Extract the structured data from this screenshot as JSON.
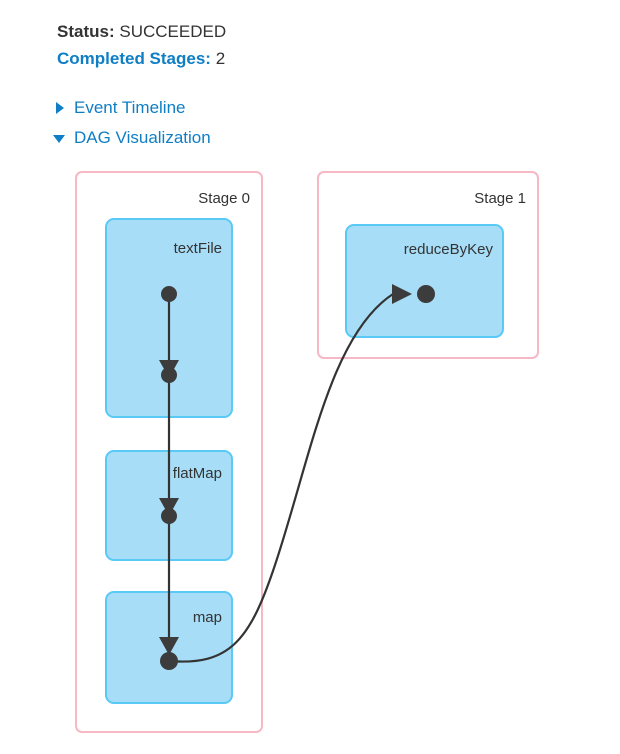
{
  "summary": {
    "status_label": "Status:",
    "status_value": "SUCCEEDED",
    "completed_stages_label": "Completed Stages:",
    "completed_stages_value": "2"
  },
  "toggles": [
    {
      "label": "Event Timeline",
      "state": "collapsed",
      "icon": "triangle-right-icon"
    },
    {
      "label": "DAG Visualization",
      "state": "expanded",
      "icon": "triangle-down-icon"
    }
  ],
  "colors": {
    "link": "#0f7ec4",
    "stage_border": "#f7b8c5",
    "rdd_fill": "#a7ddf7",
    "rdd_border": "#59c9f6",
    "edge": "#333333",
    "text": "#333333"
  },
  "dag": {
    "stages": [
      {
        "label": "Stage 0",
        "rdds": [
          {
            "label": "textFile"
          },
          {
            "label": "flatMap"
          },
          {
            "label": "map"
          }
        ]
      },
      {
        "label": "Stage 1",
        "rdds": [
          {
            "label": "reduceByKey"
          }
        ]
      }
    ]
  }
}
